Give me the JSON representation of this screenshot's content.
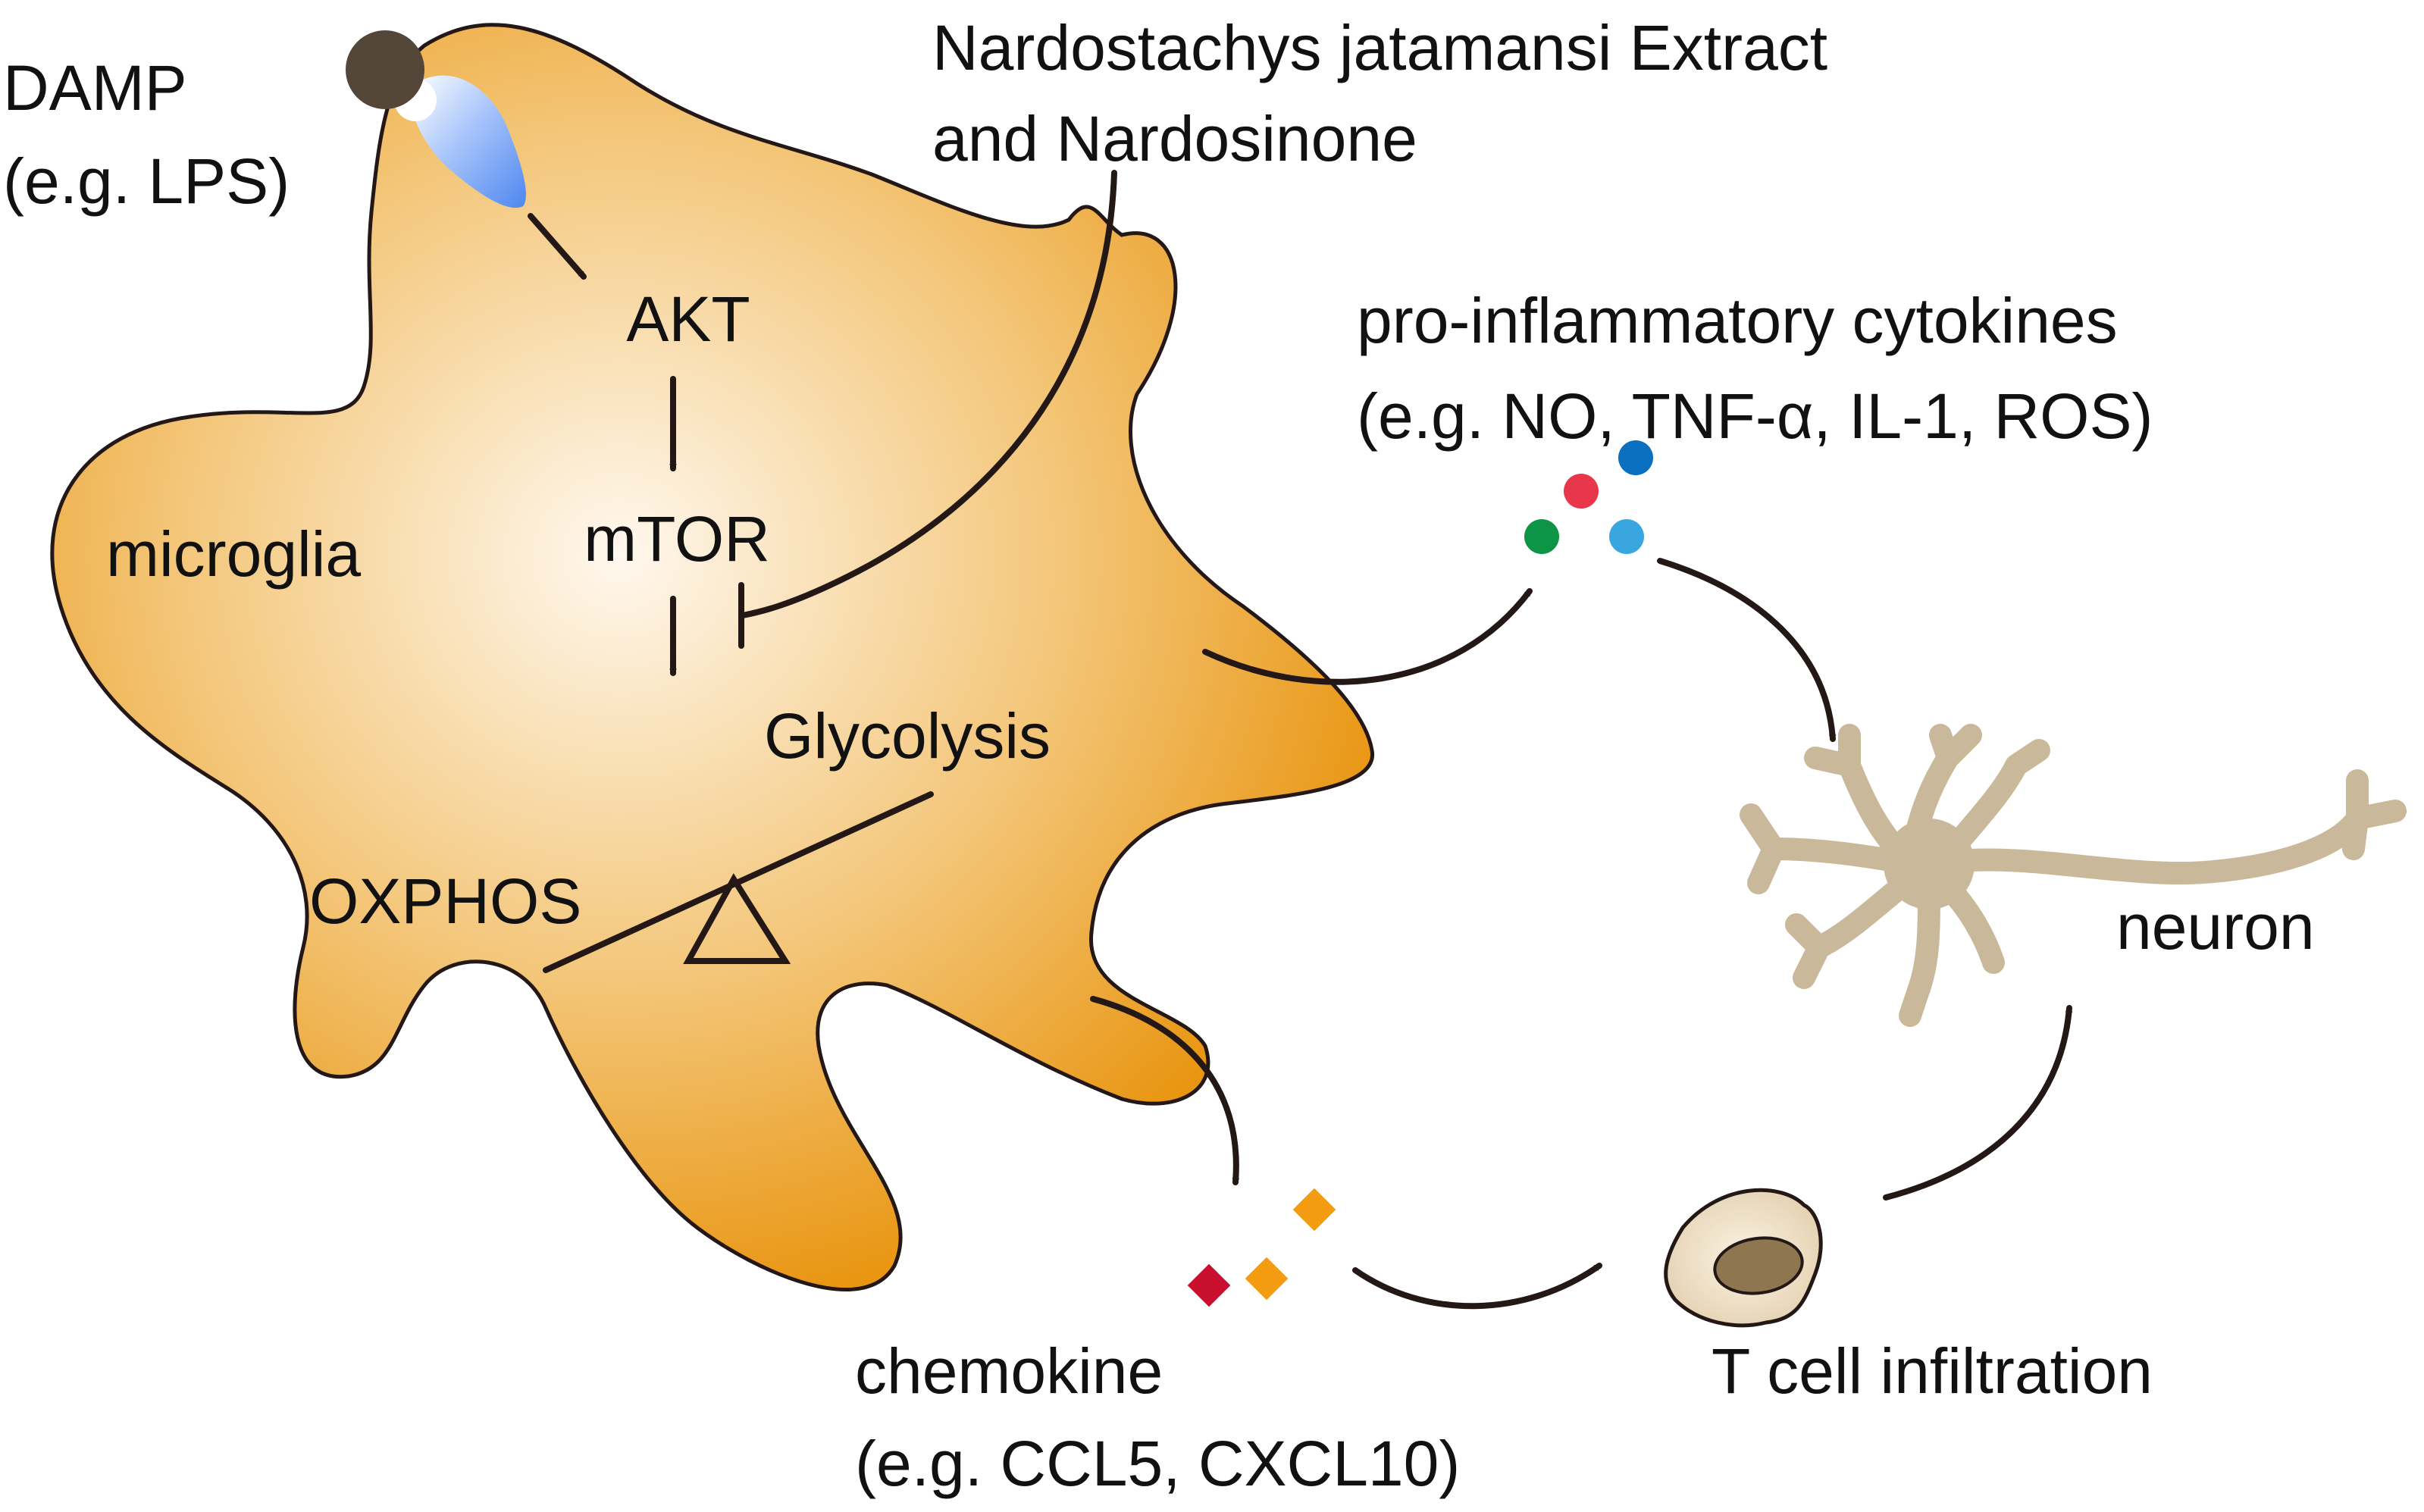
{
  "labels": {
    "damp_line1": "DAMP",
    "damp_line2": "(e.g. LPS)",
    "extract_line1": "Nardostachys jatamansi Extract",
    "extract_line2": "and Nardosinone",
    "akt": "AKT",
    "mtor": "mTOR",
    "microglia": "microglia",
    "glycolysis": "Glycolysis",
    "oxphos": "OXPHOS",
    "cytokines_line1": "pro-inflammatory cytokines",
    "cytokines_line2": "(e.g. NO, TNF-α, IL-1, ROS)",
    "neuron": "neuron",
    "chemokine_line1": "chemokine",
    "chemokine_line2": "(e.g. CCL5, CXCL10)",
    "tcell": "T cell infiltration"
  },
  "colors": {
    "microglia_edge": "#e8920a",
    "microglia_center": "#fff8ee",
    "damp_ball": "#54473a",
    "receptor": "#4f87f0",
    "cytokine_red": "#e8364a",
    "cytokine_darkblue": "#0a6fbf",
    "cytokine_green": "#0d9445",
    "cytokine_lightblue": "#3aa6e0",
    "chemokine_red": "#c8102e",
    "chemokine_orange": "#f39c12",
    "neuron": "#c9b99a",
    "tcell_body": "#f1e3cb",
    "tcell_nucleus": "#8e7750",
    "line": "#231815"
  }
}
